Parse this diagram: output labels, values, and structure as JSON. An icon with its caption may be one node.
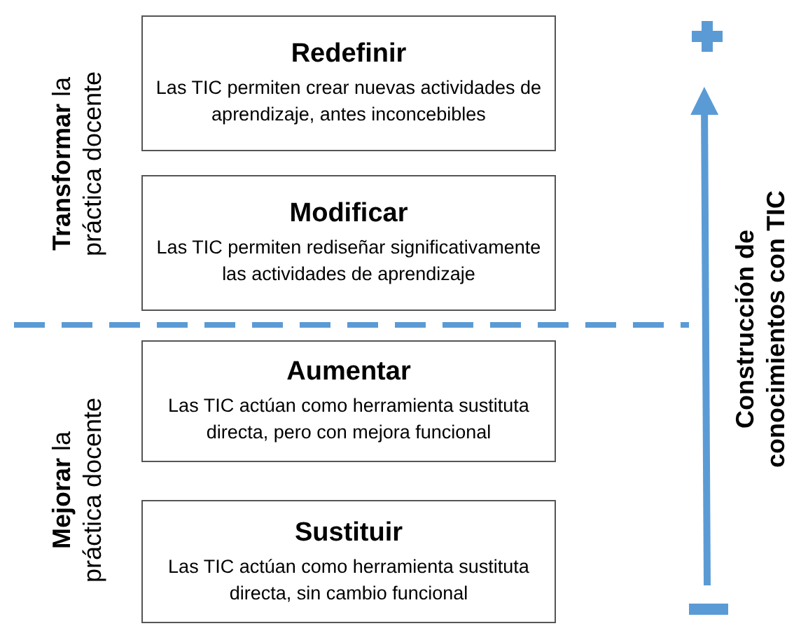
{
  "diagram": {
    "nodes": [
      {
        "text": [
          "Redefinir",
          "Las TIC permiten crear nuevas actividades de aprendizaje, antes inconcebibles"
        ]
      },
      {
        "text": [
          "Modificar",
          "Las TIC permiten rediseñar significativamente las actividades de aprendizaje"
        ]
      },
      {
        "text": [
          "Aumentar",
          "Las TIC actúan como herramienta sustituta directa, pero con mejora funcional"
        ]
      },
      {
        "text": [
          "Sustituir",
          "Las TIC actúan como herramienta sustituta directa, sin cambio funcional"
        ]
      }
    ],
    "edges": [],
    "labels": [
      "**Transformar** la práctica docente",
      "**Mejorar** la práctica docente",
      "Construcción de conocimientos con TIC"
    ]
  }
}
